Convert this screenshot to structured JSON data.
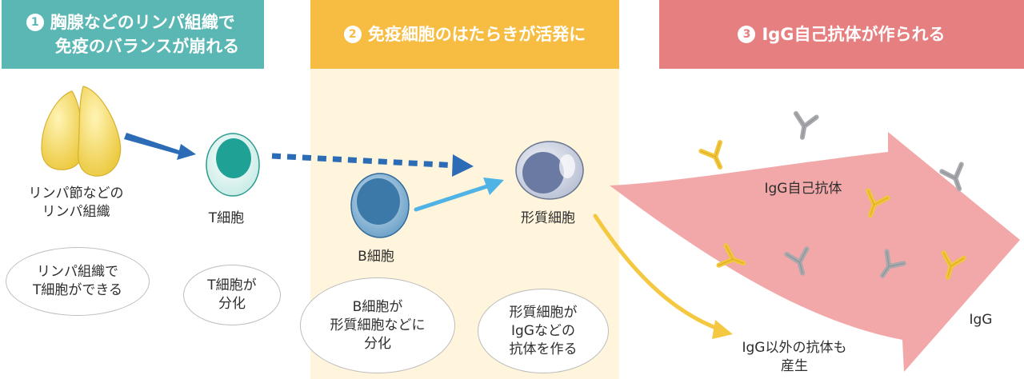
{
  "headers": [
    {
      "number": "1",
      "lines": [
        "胸腺などのリンパ組織で",
        "免疫のバランスが崩れる"
      ]
    },
    {
      "number": "2",
      "lines": [
        "免疫細胞のはたらきが活発に"
      ]
    },
    {
      "number": "3",
      "lines": [
        "IgG自己抗体が作られる"
      ]
    }
  ],
  "labels": {
    "lymph_organ": [
      "リンパ節などの",
      "リンパ組織"
    ],
    "t_cell": "T細胞",
    "b_cell": "B細胞",
    "plasma_cell": "形質細胞",
    "igg_autoantibody": "IgG自己抗体",
    "igg": "IgG",
    "other_antibodies": [
      "IgG以外の抗体も",
      "産生"
    ]
  },
  "bubbles": {
    "b1": [
      "リンパ組織で",
      "T細胞ができる"
    ],
    "b2": [
      "T細胞が",
      "分化"
    ],
    "b3": [
      "B細胞が",
      "形質細胞などに",
      "分化"
    ],
    "b4": [
      "形質細胞が",
      "IgGなどの",
      "抗体を作る"
    ]
  },
  "colors": {
    "step1": "#5bb7b3",
    "step2": "#f7bd43",
    "step3": "#e67f80",
    "autoantibody": "#f2c63a",
    "normal_antibody": "#a7a9ad"
  }
}
